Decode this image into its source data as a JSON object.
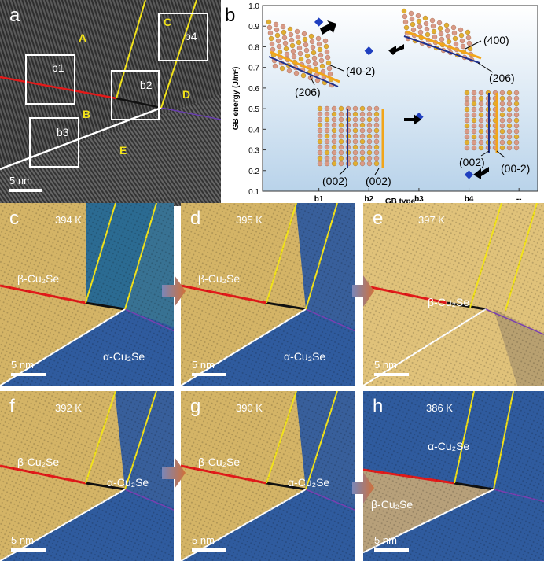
{
  "panel_a": {
    "label": "a",
    "regions": [
      "A",
      "B",
      "C",
      "D",
      "E"
    ],
    "boxes": [
      "b1",
      "b2",
      "b3",
      "b4"
    ],
    "scale": "5 nm"
  },
  "panel_b": {
    "label": "b"
  },
  "chart_data": {
    "type": "scatter",
    "xlabel": "GB type",
    "ylabel": "GB energy (J/m²)",
    "categories": [
      "",
      "b1",
      "b2",
      "b3",
      "b4",
      "--"
    ],
    "ylim": [
      0.1,
      1.0
    ],
    "yticks": [
      0.1,
      0.2,
      0.3,
      0.4,
      0.5,
      0.6,
      0.7,
      0.8,
      0.9,
      1.0
    ],
    "points": [
      {
        "x": "b1",
        "y": 0.92
      },
      {
        "x": "b2",
        "y": 0.78
      },
      {
        "x": "b3",
        "y": 0.46
      },
      {
        "x": "b4",
        "y": 0.18
      }
    ],
    "annotations": [
      "(40-2)",
      "(206)",
      "(400)",
      "(206)",
      "(002)",
      "(002)",
      "(002)",
      "(00-2)"
    ],
    "marker_color": "#1f3fbf"
  },
  "panels": [
    {
      "label": "c",
      "temp": "394 K",
      "beta": "β-Cu₂Se",
      "alpha": "α-Cu₂Se",
      "scale": "5 nm"
    },
    {
      "label": "d",
      "temp": "395 K",
      "beta": "β-Cu₂Se",
      "alpha": "α-Cu₂Se",
      "scale": "5 nm"
    },
    {
      "label": "e",
      "temp": "397 K",
      "beta": "β-Cu₂Se",
      "alpha": "",
      "scale": "5 nm"
    },
    {
      "label": "f",
      "temp": "392 K",
      "beta": "β-Cu₂Se",
      "alpha": "α-Cu₂Se",
      "scale": "5 nm"
    },
    {
      "label": "g",
      "temp": "390 K",
      "beta": "β-Cu₂Se",
      "alpha": "α-Cu₂Se",
      "scale": "5 nm"
    },
    {
      "label": "h",
      "temp": "386 K",
      "beta": "β-Cu₂Se",
      "alpha": "α-Cu₂Se",
      "scale": "5 nm"
    }
  ],
  "colors": {
    "beta": "#d4b466",
    "alpha": "#2f5b9e",
    "red_line": "#e31a1a",
    "yellow_line": "#f2e31a",
    "arrow": "#c9663a"
  }
}
